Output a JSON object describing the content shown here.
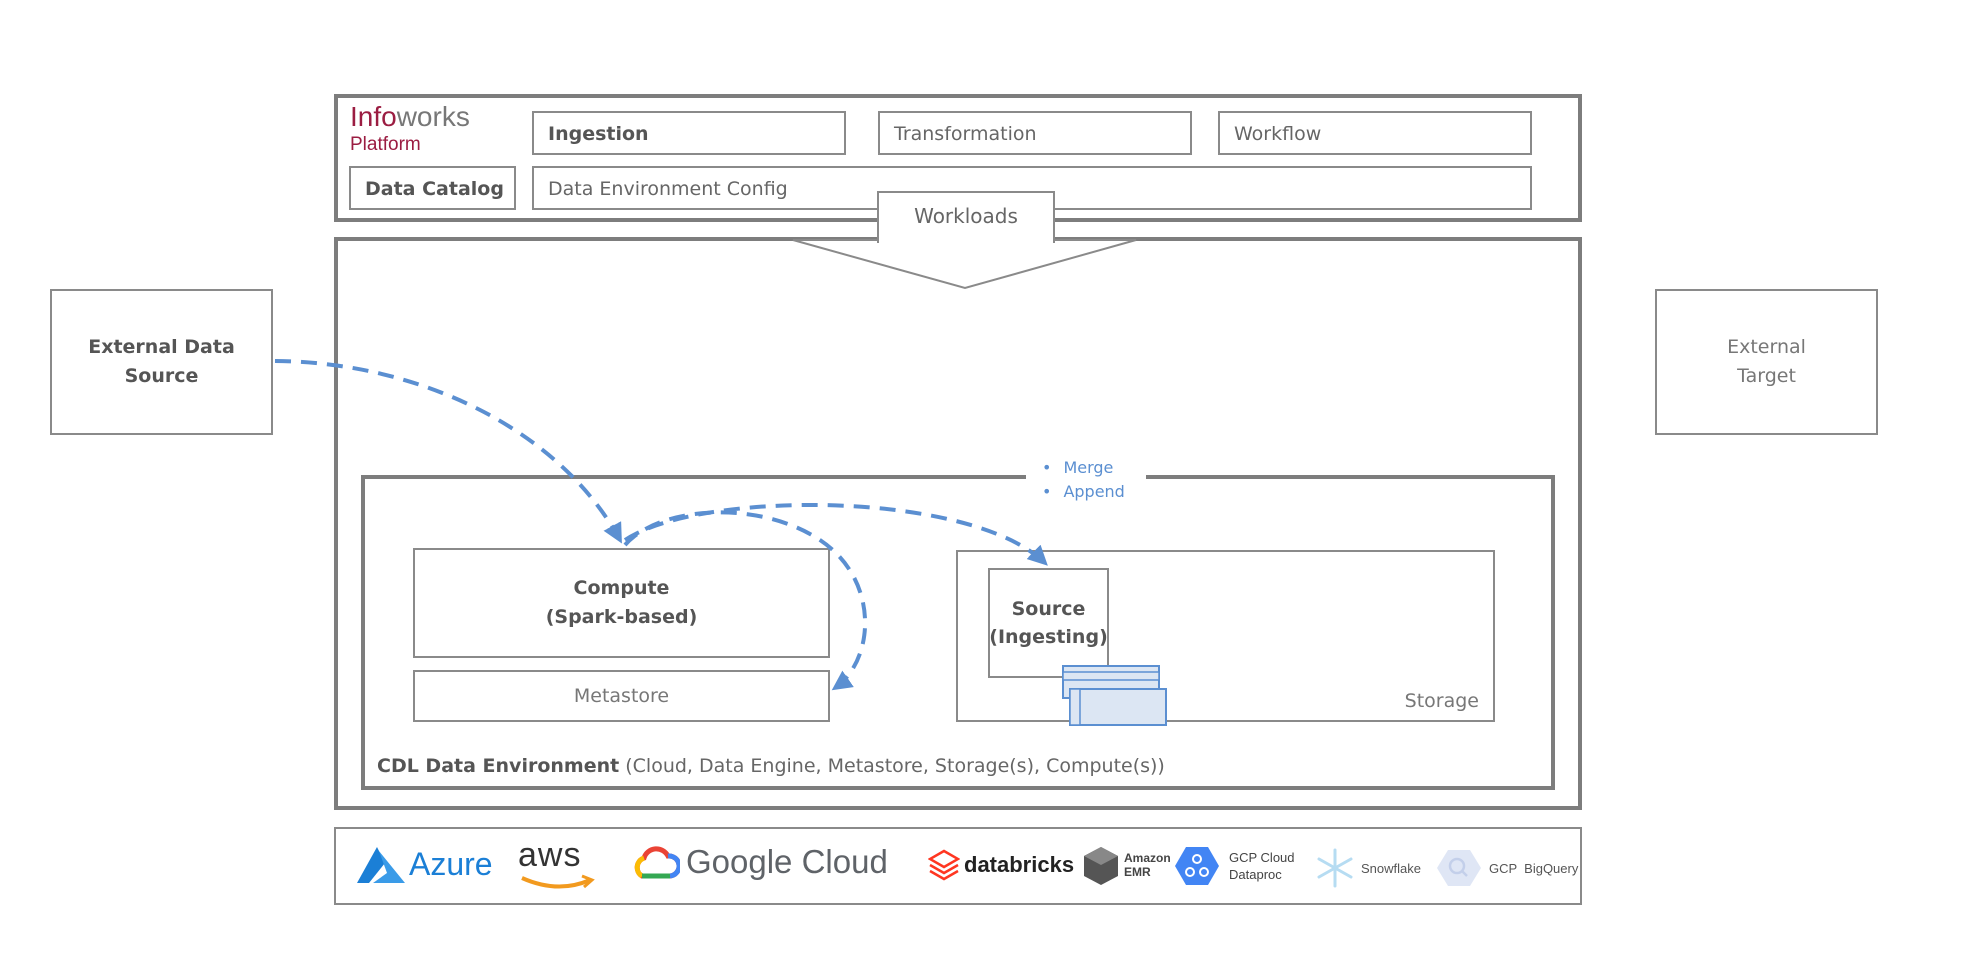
{
  "platform": {
    "brand_info": "Info",
    "brand_works": "works",
    "brand_sub": "Platform",
    "ingestion": "Ingestion",
    "transformation": "Transformation",
    "workflow": "Workflow",
    "data_catalog": "Data Catalog",
    "data_env_config": "Data Environment Config"
  },
  "workloads": "Workloads",
  "external_source_line1": "External Data",
  "external_source_line2": "Source",
  "external_target_line1": "External",
  "external_target_line2": "Target",
  "merge_items": [
    "Merge",
    "Append"
  ],
  "compute_line1": "Compute",
  "compute_line2": "(Spark-based)",
  "metastore": "Metastore",
  "source_line1": "Source",
  "source_line2": "(Ingesting)",
  "storage": "Storage",
  "cdl_bold": "CDL Data Environment",
  "cdl_rest": "(Cloud, Data Engine, Metastore, Storage(s), Compute(s))",
  "providers": {
    "azure": "Azure",
    "aws": "aws",
    "google_cloud": "Google Cloud",
    "databricks": "databricks",
    "amazon_emr_line1": "Amazon",
    "amazon_emr_line2": "EMR",
    "gcp_dataproc_line1": "GCP Cloud",
    "gcp_dataproc_line2": "Dataproc",
    "snowflake": "Snowflake",
    "bigquery": "GCP  BigQuery"
  },
  "colors": {
    "brand": "#9b1d42",
    "arrow_blue": "#5b8fd1",
    "border": "#8a8a8a"
  }
}
